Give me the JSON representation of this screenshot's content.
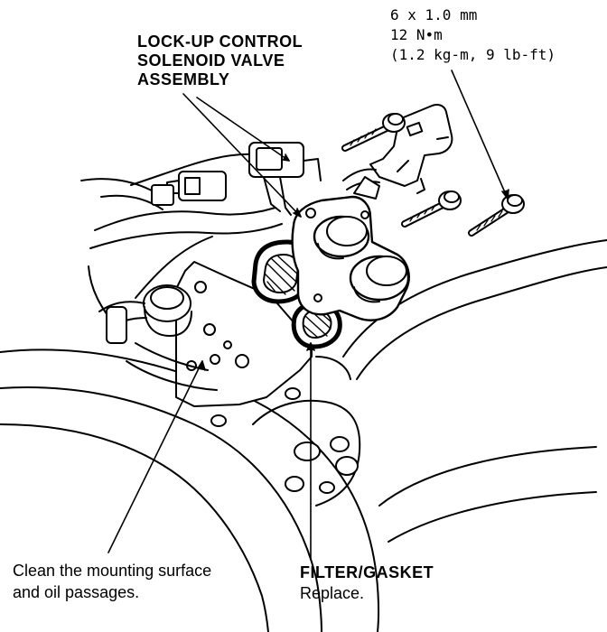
{
  "labels": {
    "solenoid": {
      "line1": "LOCK-UP CONTROL",
      "line2": "SOLENOID VALVE",
      "line3": "ASSEMBLY"
    },
    "torque_spec": {
      "line1": "6 x 1.0 mm",
      "line2": "12 N•m",
      "line3": "(1.2 kg-m, 9 lb-ft)"
    },
    "clean_note": {
      "line1": "Clean the mounting surface",
      "line2": "and oil passages."
    },
    "filter_gasket": {
      "title": "FILTER/GASKET",
      "action": "Replace."
    }
  },
  "colors": {
    "ink": "#000000",
    "paper": "#ffffff"
  }
}
